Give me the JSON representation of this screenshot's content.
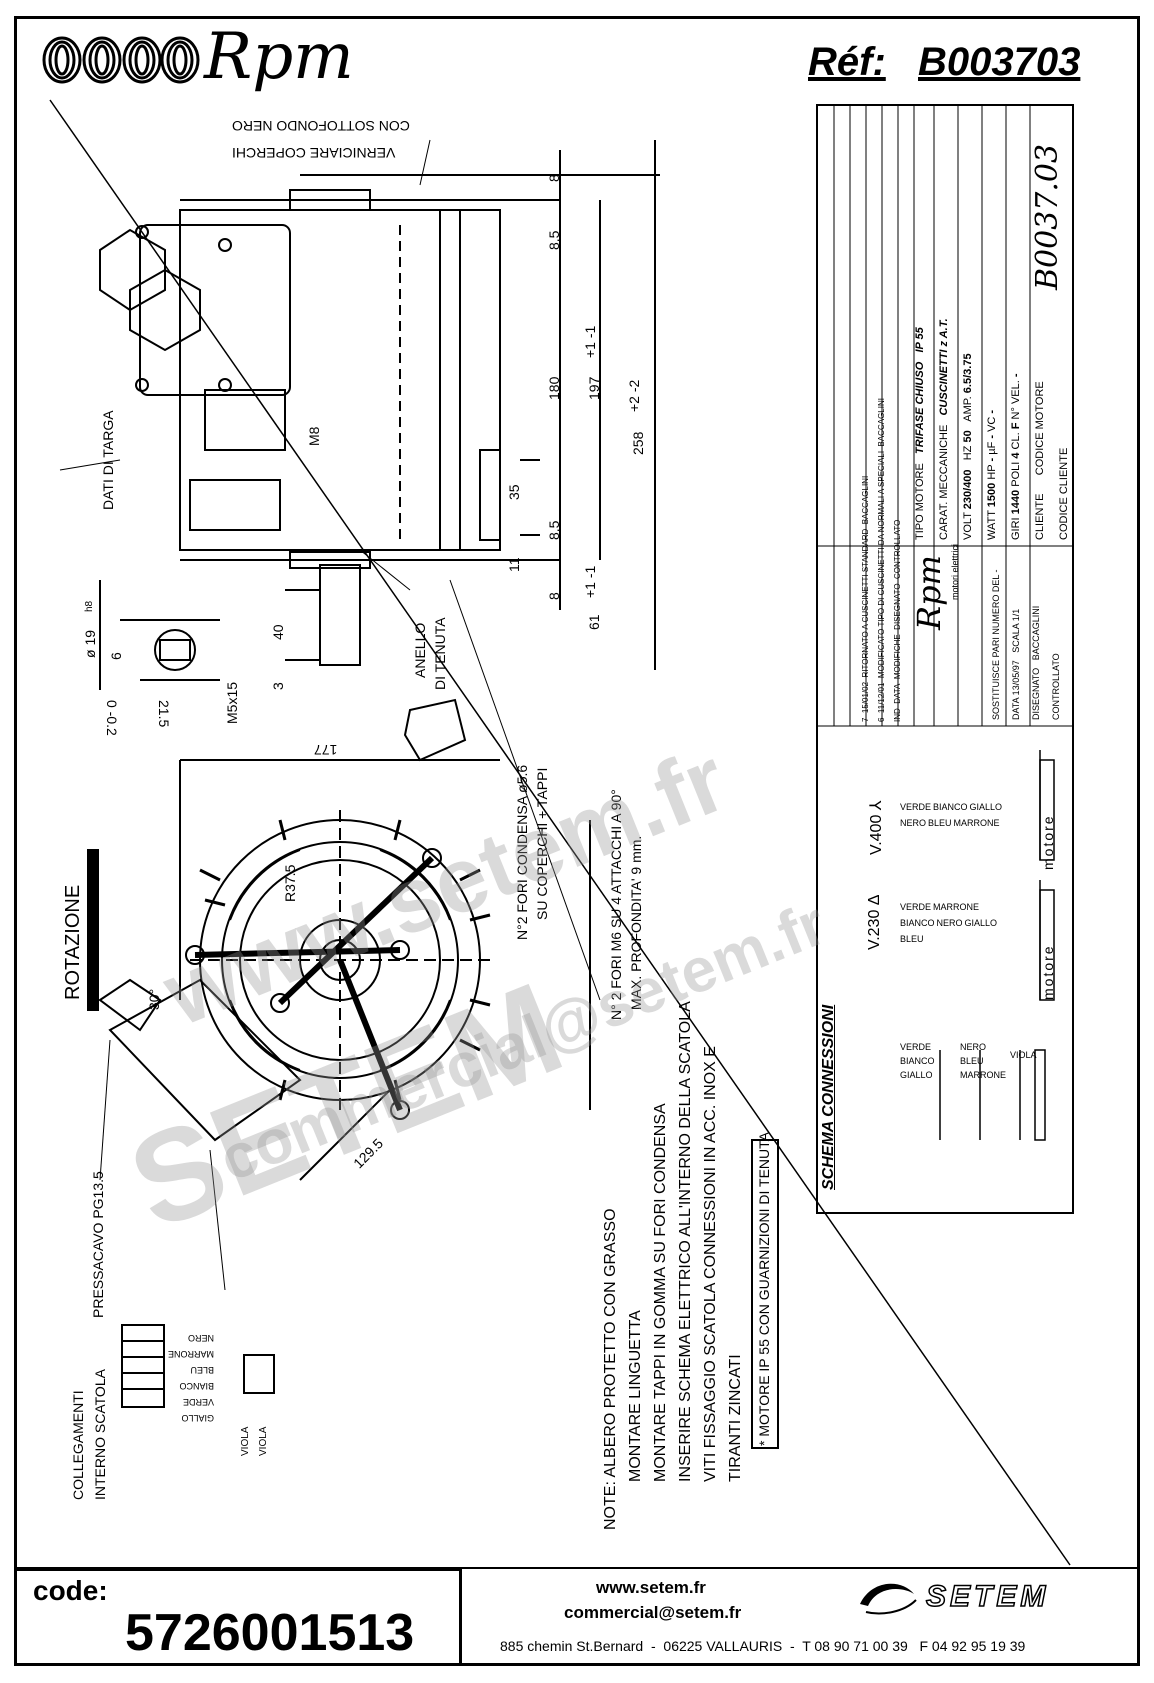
{
  "header": {
    "brand": "Rpm",
    "ref_label": "Réf:",
    "ref_value": "B003703"
  },
  "drawing_notes": {
    "paint_line1": "VERNICIARE COPERCHI",
    "paint_line2": "CON SOTTOFONDO NERO",
    "dati_targa": "DATI DI TARGA",
    "anello": "ANELLO",
    "di_tenuta": "DI TENUTA",
    "fori_condensa": "N°2 FORI CONDENSA ø5.6",
    "su_coperchi": "SU COPERCHI + TAPPI",
    "fori_attacchi": "N° 2 FORI M6 SU 4 ATTACCHI A 90°",
    "profondita": "MAX. PROFONDITA' 9 mm.",
    "rotazione": "ROTAZIONE",
    "pressacavo": "PRESSACAVO PG13.5",
    "collegamenti_1": "COLLEGAMENTI",
    "collegamenti_2": "INTERNO SCATOLA",
    "wire_colors": [
      "NERO",
      "MARRONE",
      "BLEU",
      "BIANCO",
      "VERDE",
      "GIALLO"
    ],
    "viola": "VIOLA"
  },
  "dimensions": {
    "d8a": "8",
    "d85a": "8.5",
    "d180": "180",
    "d197": "197",
    "d197tol": "+1 -1",
    "d258": "258",
    "d258tol": "+2 -2",
    "d35": "35",
    "d85b": "8.5",
    "d11": "11",
    "d8b": "8",
    "d61": "61",
    "d61tol": "+1 -1",
    "d40": "40",
    "d3": "3",
    "m8": "M8",
    "d19": "ø 19",
    "h8": "h8",
    "d6": "6",
    "d215": "21.5",
    "d215tol": "0 -0.2",
    "m5": "M5x15",
    "d177": "177",
    "r375": "R37.5",
    "a30": "30°",
    "d1295": "129.5"
  },
  "notes": [
    "NOTE: ALBERO PROTETTO CON GRASSO",
    "MONTARE LINGUETTA",
    "MONTARE TAPPI IN GOMMA SU FORI CONDENSA",
    "INSERIRE SCHEMA ELETTRICO ALL'INTERNO DELLA SCATOLA",
    "VITI FISSAGGIO SCATOLA CONNESSIONI IN ACC. INOX E",
    "TIRANTI ZINCATI"
  ],
  "note_box": "* MOTORE IP 55 CON GUARNIZIONI DI TENUTA",
  "schema": {
    "title": "SCHEMA CONNESSIONI",
    "v230": "V.230 Δ",
    "v400": "V.400 ⅄",
    "motore": "motore",
    "left_labels": [
      "VERDE",
      "BIANCO",
      "GIALLO"
    ],
    "right_labels": [
      "NERO",
      "BLEU",
      "MARRONE"
    ],
    "viola": "VIOLA",
    "delta_pairs": [
      "VERDE",
      "MARRONE",
      "BIANCO",
      "NERO",
      "GIALLO",
      "BLEU"
    ],
    "star_pairs": [
      "VERDE",
      "BIANCO",
      "GIALLO",
      "NERO",
      "BLEU",
      "MARRONE"
    ]
  },
  "title_block": {
    "revisions": [
      {
        "ind": "7",
        "data": "15/01/02",
        "modifiche": "RITORNATO A CUSCINETTI STANDARD",
        "dis": "BACCAGLINI"
      },
      {
        "ind": "6",
        "data": "11/12/01",
        "modifiche": "MODIFICATO TIPO DI CUSCINETTI DA NORMALI A SPECIALI",
        "dis": "BACCAGLINI"
      }
    ],
    "rev_header": {
      "ind": "IND",
      "data": "DATA",
      "modifiche": "MODIFICHE",
      "dis": "DISEGNATO",
      "contr": "CONTROLLATO"
    },
    "tipo_motore_label": "TIPO MOTORE",
    "tipo_motore": "TRIFASE CHIUSO",
    "ip": "IP 55",
    "carat_label": "CARAT. MECCANICHE",
    "carat": "CUSCINETTI z A.T.",
    "volt_label": "VOLT",
    "volt": "230/400",
    "hz_label": "HZ",
    "hz": "50",
    "amp_label": "AMP.",
    "amp": "6.5/3.75",
    "watt_label": "WATT",
    "watt": "1500",
    "hp_label": "HP",
    "hp": "-",
    "uf_label": "µF",
    "uf": "-",
    "vc_label": "VC",
    "vc": "-",
    "giri_label": "GIRI",
    "giri": "1440",
    "poli_label": "POLI",
    "poli": "4",
    "cl_label": "CL.",
    "cl": "F",
    "nvel_label": "N° VEL.",
    "nvel": "-",
    "cliente_label": "CLIENTE",
    "codice_motore_label": "CODICE MOTORE",
    "codice_motore": "B0037.03",
    "codice_cliente_label": "CODICE CLIENTE",
    "company": "Rpm",
    "company_sub": "motori elettrici",
    "sostituisce_label": "SOSTITUISCE PARI NUMERO DEL",
    "sostituisce": "-",
    "data_label": "DATA",
    "data": "13/05/97",
    "scala_label": "SCALA",
    "scala": "1/1",
    "disegnato_label": "DISEGNATO",
    "disegnato": "BACCAGLINI",
    "controllato_label": "CONTROLLATO"
  },
  "watermark": {
    "line1": "www.setem.fr",
    "line2": "SETEM",
    "line3": "commercial@setem.fr"
  },
  "footer": {
    "code_label": "code:",
    "code_value": "5726001513",
    "website": "www.setem.fr",
    "email": "commercial@setem.fr",
    "brand": "SETEM",
    "address": "885 chemin St.Bernard  -  06225 VALLAURIS  -  T 08 90 71 00 39   F 04 92 95 19 39"
  }
}
